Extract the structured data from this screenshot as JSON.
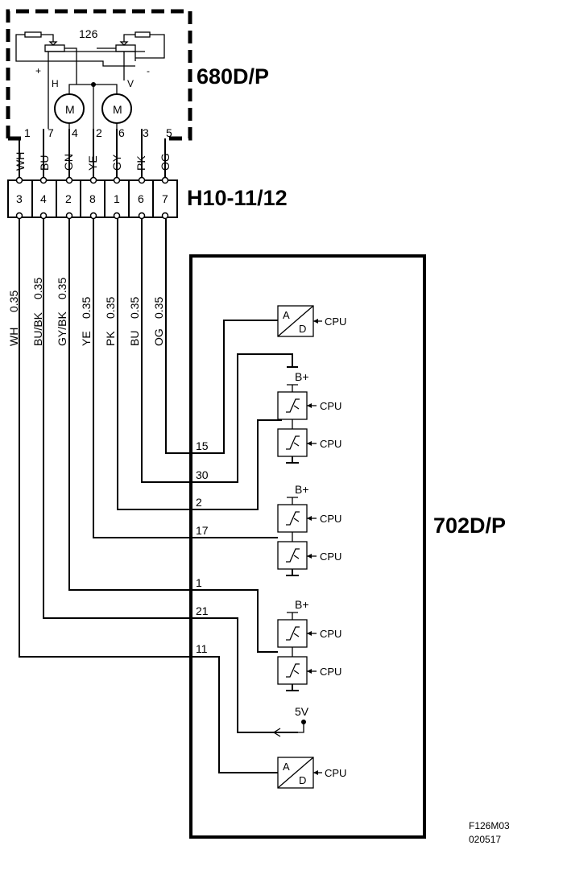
{
  "component_680": {
    "label": "680D/P",
    "sub_label": "126",
    "plus_sign": "+",
    "minus_sign": "-",
    "motor_h_label": "H",
    "motor_v_label": "V",
    "motor_symbol": "M",
    "pins": [
      "1",
      "7",
      "4",
      "2",
      "6",
      "3",
      "5"
    ],
    "wire_colors": [
      "WH",
      "BU",
      "GN",
      "YE",
      "GY",
      "PK",
      "OG"
    ]
  },
  "connector": {
    "label": "H10-11/12",
    "pins": [
      "3",
      "4",
      "2",
      "8",
      "1",
      "6",
      "7"
    ]
  },
  "harness_wires": [
    {
      "color": "WH",
      "size": "0.35"
    },
    {
      "color": "BU/BK",
      "size": "0.35"
    },
    {
      "color": "GY/BK",
      "size": "0.35"
    },
    {
      "color": "YE",
      "size": "0.35"
    },
    {
      "color": "PK",
      "size": "0.35"
    },
    {
      "color": "BU",
      "size": "0.35"
    },
    {
      "color": "OG",
      "size": "0.35"
    }
  ],
  "component_702": {
    "label": "702D/P",
    "pins": [
      "15",
      "30",
      "2",
      "17",
      "1",
      "21",
      "11"
    ],
    "cpu_label": "CPU",
    "supply_label": "B+",
    "ref_voltage_label": "5V",
    "adc_a": "A",
    "adc_d": "D"
  },
  "figure_code": "F126M03",
  "figure_date": "020517"
}
